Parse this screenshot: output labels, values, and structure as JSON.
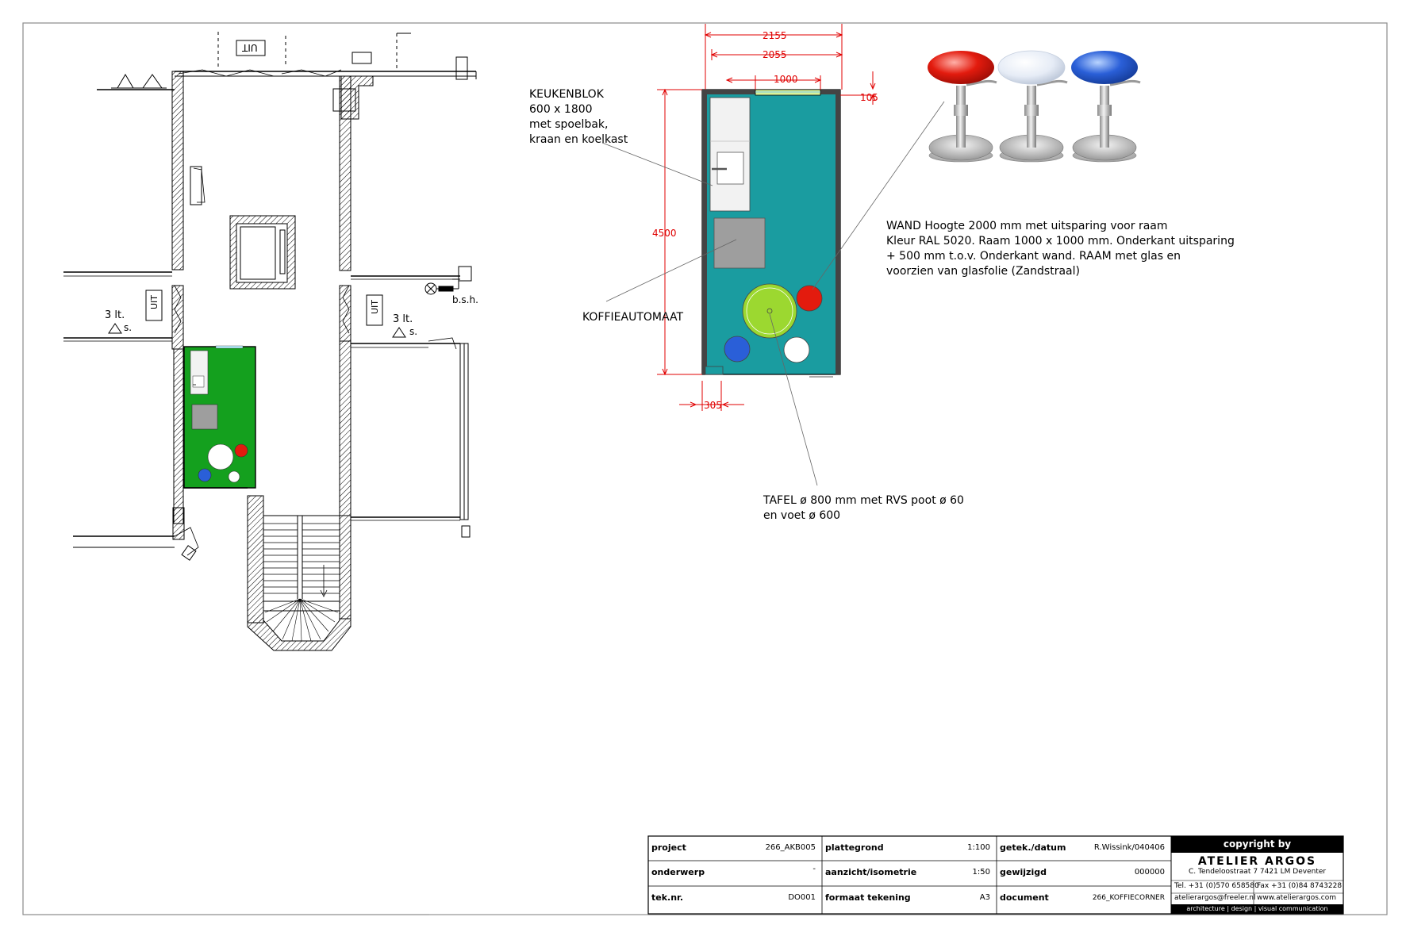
{
  "floorplan": {
    "exit_labels": [
      "UIT",
      "UIT",
      "UIT"
    ],
    "stair_note_left": [
      "3 lt.",
      "s."
    ],
    "stair_note_right": [
      "3 lt.",
      "s."
    ],
    "bsh_label": "b.s.h."
  },
  "detail": {
    "dimensions": {
      "w_total": "2155",
      "w_inner": "2055",
      "window_width": "1000",
      "window_offset": "105",
      "length": "4500",
      "wall_thickness": "305"
    },
    "callouts": {
      "keukenblok": [
        "KEUKENBLOK",
        "600 x 1800",
        "met spoelbak,",
        "kraan en koelkast"
      ],
      "koffieautomaat": [
        "KOFFIEAUTOMAAT"
      ],
      "wand": [
        "WAND Hoogte 2000 mm met uitsparing voor raam",
        "Kleur RAL 5020. Raam 1000 x 1000 mm. Onderkant uitsparing",
        "+ 500 mm t.o.v. Onderkant wand. RAAM met glas en",
        "voorzien van glasfolie (Zandstraal)"
      ],
      "tafel": [
        "TAFEL ø 800 mm met RVS poot ø 60",
        "en voet ø 600"
      ]
    },
    "colors": {
      "floor": "#1a9ca0",
      "table": "#9cd830",
      "stool_red": "#e31b0e",
      "stool_blue": "#2a5fd8",
      "stool_white": "#ffffff",
      "machine": "#9e9e9e",
      "kitchen": "#f2f2f2",
      "dimension": "#e00000",
      "plan_room": "#14a01e"
    }
  },
  "titleblock": {
    "rows": [
      {
        "label": "project",
        "value": "266_AKB005",
        "label2": "plattegrond",
        "value2": "1:100",
        "label3": "getek./datum",
        "value3": "R.Wissink/040406"
      },
      {
        "label": "onderwerp",
        "value": "-",
        "label2": "aanzicht/isometrie",
        "value2": "1:50",
        "label3": "gewijzigd",
        "value3": "000000"
      },
      {
        "label": "tek.nr.",
        "value": "DO001",
        "label2": "formaat tekening",
        "value2": "A3",
        "label3": "document",
        "value3": "266_KOFFIECORNER"
      }
    ],
    "copyright": "copyright by",
    "brand": "ATELIER ARGOS",
    "address": "C. Tendeloostraat 7  7421 LM  Deventer",
    "tel": "Tel. +31 (0)570 658580",
    "fax": "Fax +31 (0)84 8743228",
    "email": "atelierargos@freeler.nl",
    "web": "www.atelierargos.com",
    "tagline": "architecture  |  design  |  visual communication"
  }
}
